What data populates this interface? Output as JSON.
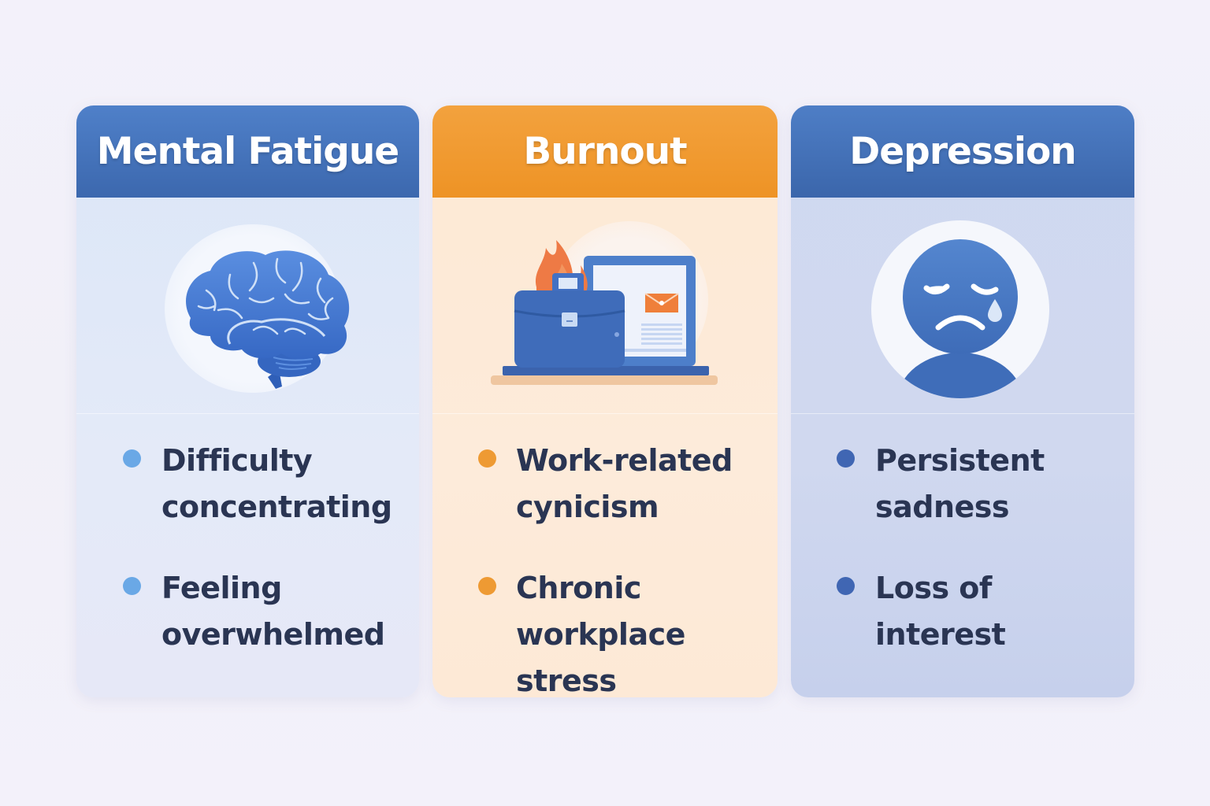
{
  "cards": [
    {
      "title": "Mental Fatigue",
      "icon": "brain-icon",
      "accent": "#3f6bb2",
      "bullet_color": "#6aa8e6",
      "items": [
        "Difficulty concentrating",
        "Feeling overwhelmed"
      ],
      "lines": [
        [
          "Difficulty",
          "concentrating"
        ],
        [
          "Feeling",
          "overwhelmed"
        ]
      ]
    },
    {
      "title": "Burnout",
      "icon": "briefcase-on-fire-laptop-icon",
      "accent": "#f09a2e",
      "bullet_color": "#ee9a33",
      "items": [
        "Work-related cynicism",
        "Chronic workplace stress"
      ],
      "lines": [
        [
          "Work-related",
          "cynicism"
        ],
        [
          "Chronic",
          "workplace stress"
        ]
      ]
    },
    {
      "title": "Depression",
      "icon": "sad-face-person-icon",
      "accent": "#3d68ad",
      "bullet_color": "#4066b3",
      "items": [
        "Persistent sadness",
        "Loss of interest"
      ],
      "lines": [
        [
          "Persistent",
          "sadness"
        ],
        [
          "Loss of",
          "interest"
        ]
      ]
    }
  ]
}
